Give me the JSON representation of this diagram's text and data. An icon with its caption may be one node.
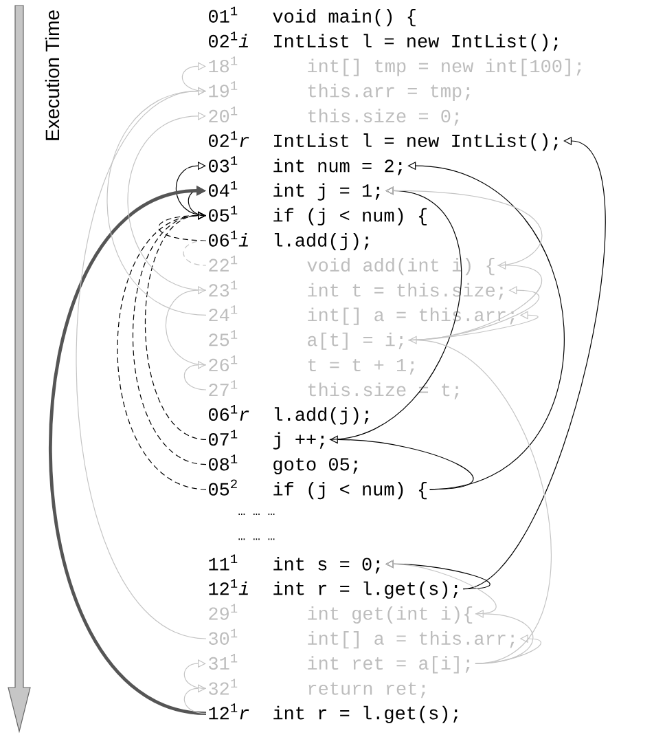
{
  "diagram": {
    "nodes": [
      {
        "text": [
          "01$^{1}$",
          "void main() {"
        ]
      },
      {
        "text": [
          "02$^{1}$*i*",
          "IntList l = new IntList();"
        ]
      },
      {
        "text": [
          "18$^{1}$",
          "int[] tmp = new int[100];"
        ]
      },
      {
        "text": [
          "19$^{1}$",
          "this.arr = tmp;"
        ]
      },
      {
        "text": [
          "20$^{1}$",
          "this.size = 0;"
        ]
      },
      {
        "text": [
          "02$^{1}$*r*",
          "IntList l = new IntList();"
        ]
      },
      {
        "text": [
          "03$^{1}$",
          "int num = 2;"
        ]
      },
      {
        "text": [
          "04$^{1}$",
          "int j = 1;"
        ]
      },
      {
        "text": [
          "05$^{1}$",
          "if (j < num) {"
        ]
      },
      {
        "text": [
          "06$^{1}$*i*",
          "l.add(j);"
        ]
      },
      {
        "text": [
          "22$^{1}$",
          "void add(int i) {"
        ]
      },
      {
        "text": [
          "23$^{1}$",
          "int t = this.size;"
        ]
      },
      {
        "text": [
          "24$^{1}$",
          "int[] a = this.arr;"
        ]
      },
      {
        "text": [
          "25$^{1}$",
          "a[t] = i;"
        ]
      },
      {
        "text": [
          "26$^{1}$",
          "t = t + 1;"
        ]
      },
      {
        "text": [
          "27$^{1}$",
          "this.size = t;"
        ]
      },
      {
        "text": [
          "06$^{1}$*r*",
          "l.add(j);"
        ]
      },
      {
        "text": [
          "07$^{1}$",
          "j ++;"
        ]
      },
      {
        "text": [
          "08$^{1}$",
          "goto 05;"
        ]
      },
      {
        "text": [
          "05$^{2}$",
          "if (j < num) {"
        ]
      },
      {
        "text": [
          "11$^{1}$",
          "int s = 0;"
        ]
      },
      {
        "text": [
          "12$^{1}$*i*",
          "int r = l.get(s);"
        ]
      },
      {
        "text": [
          "29$^{1}$",
          "int get(int i){"
        ]
      },
      {
        "text": [
          "30$^{1}$",
          "int[] a = this.arr;"
        ]
      },
      {
        "text": [
          "31$^{1}$",
          "int ret = a[i];"
        ]
      },
      {
        "text": [
          "32$^{1}$",
          "return ret;"
        ]
      },
      {
        "text": [
          "12$^{1}$*r*",
          "int r = l.get(s);"
        ]
      }
    ],
    "edges": [
      {
        "from": 21,
        "to": 5,
        "arrow": "to",
        "color": "#000000"
      },
      {
        "from": 19,
        "to": 6,
        "arrow": "to",
        "color": "#000000"
      },
      {
        "from": 19,
        "to": 17,
        "arrow": "to",
        "color": "#000000"
      },
      {
        "from": 17,
        "to": 7,
        "arrow": "to",
        "color": "#000000"
      },
      {
        "from": 21,
        "to": 20,
        "arrow": "to",
        "color": "#000000"
      },
      {
        "from": 8,
        "to": 6,
        "arrow": "to",
        "color": "#000000"
      },
      {
        "from": 8,
        "to": 7,
        "arrow": "to",
        "color": "#000000"
      },
      {
        "from": 9,
        "to": 8,
        "arrow": "to",
        "style": "dashed",
        "color": "#000000"
      },
      {
        "from": 17,
        "to": 8,
        "arrow": "to",
        "style": "dashed",
        "color": "#000000"
      },
      {
        "from": 18,
        "to": 8,
        "arrow": "to",
        "style": "dashed",
        "color": "#000000"
      },
      {
        "from": 19,
        "to": 8,
        "arrow": "to",
        "style": "dashed",
        "color": "#000000"
      },
      {
        "from": 26,
        "to": 7,
        "arrow": "to",
        "style": "thick",
        "color": "#555555"
      },
      {
        "from": 3,
        "to": 2,
        "arrow": "to",
        "color": "#c4c4c4"
      },
      {
        "from": 12,
        "to": 3,
        "arrow": "to",
        "color": "#c4c4c4"
      },
      {
        "from": 11,
        "to": 4,
        "arrow": "to",
        "color": "#c4c4c4"
      },
      {
        "from": 9,
        "to": 10,
        "arrow": "none",
        "style": "dashed",
        "color": "#c4c4c4"
      },
      {
        "from": 14,
        "to": 11,
        "arrow": "to",
        "color": "#c4c4c4"
      },
      {
        "from": 15,
        "to": 14,
        "arrow": "to",
        "color": "#c4c4c4"
      },
      {
        "from": 13,
        "to": 10,
        "arrow": "to",
        "color": "#c4c4c4"
      },
      {
        "from": 13,
        "to": 11,
        "arrow": "to",
        "color": "#c4c4c4"
      },
      {
        "from": 13,
        "to": 12,
        "arrow": "to",
        "color": "#c4c4c4"
      },
      {
        "from": 24,
        "to": 13,
        "arrow": "to",
        "color": "#c4c4c4"
      },
      {
        "from": 10,
        "to": 7,
        "arrow": "to",
        "color": "#c4c4c4"
      },
      {
        "from": 24,
        "to": 22,
        "arrow": "to",
        "color": "#c4c4c4"
      },
      {
        "from": 24,
        "to": 23,
        "arrow": "to",
        "color": "#c4c4c4"
      },
      {
        "from": 22,
        "to": 20,
        "arrow": "to",
        "color": "#c4c4c4"
      },
      {
        "from": 23,
        "to": 3,
        "arrow": "to",
        "color": "#c4c4c4"
      },
      {
        "from": 25,
        "to": 24,
        "arrow": "to",
        "color": "#c4c4c4"
      },
      {
        "from": 26,
        "to": 25,
        "arrow": "to",
        "color": "#c4c4c4"
      }
    ],
    "labels": [
      "Execution Time",
      "… … …",
      "… … …"
    ]
  }
}
